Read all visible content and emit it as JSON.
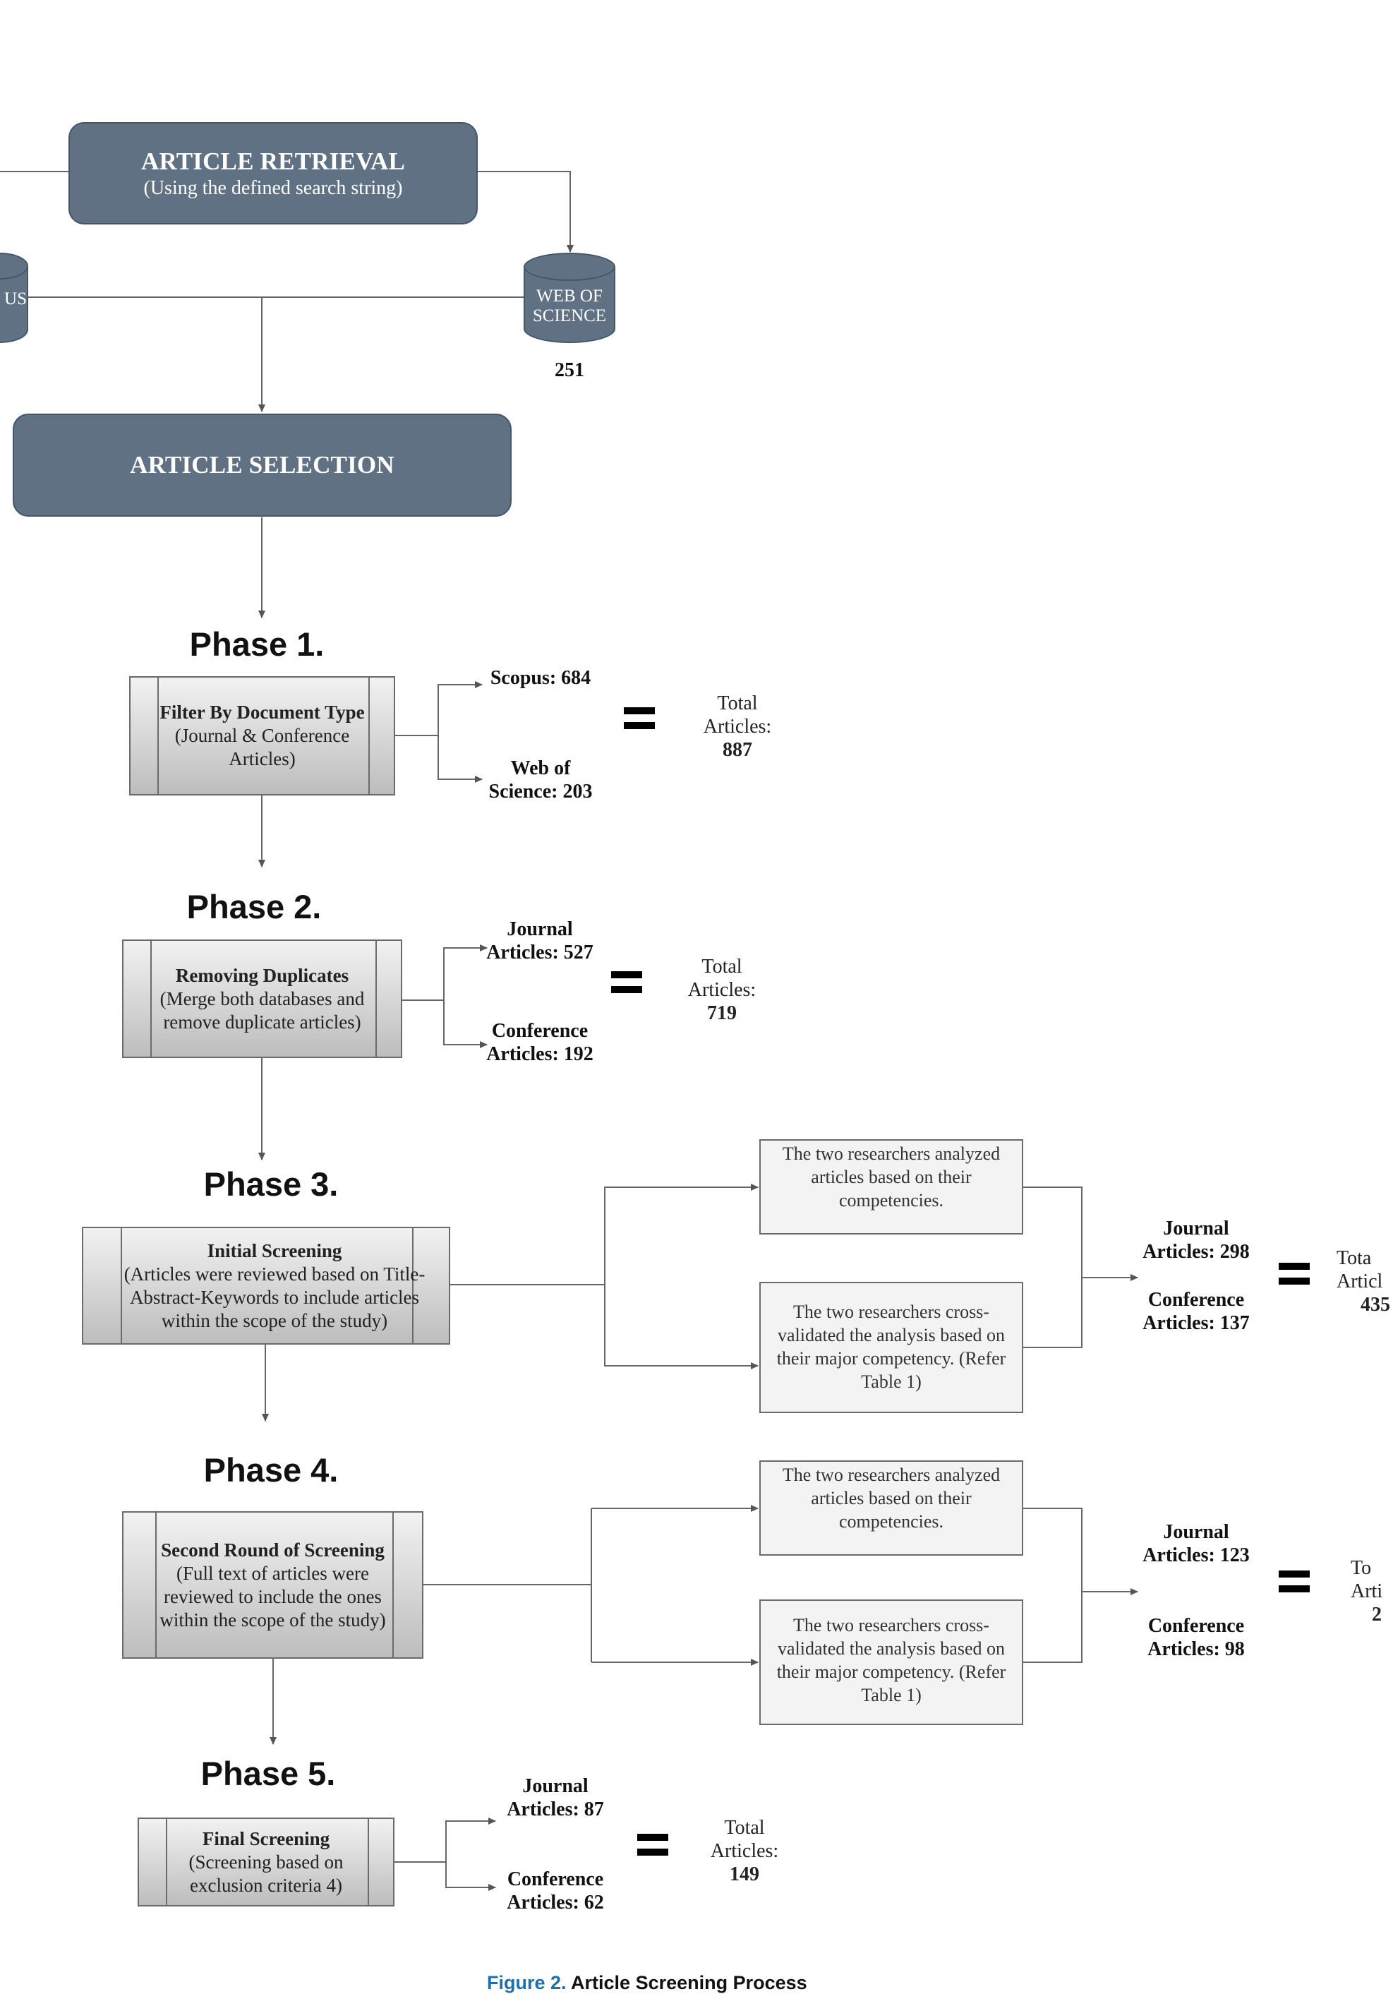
{
  "retrieval": {
    "title": "ARTICLE RETRIEVAL",
    "subtitle": "(Using the defined search string)"
  },
  "databases": {
    "left": {
      "label": "US"
    },
    "right": {
      "label_line1": "WEB OF",
      "label_line2": "SCIENCE",
      "count": "251"
    }
  },
  "selection": {
    "title": "ARTICLE SELECTION"
  },
  "phase1": {
    "heading": "Phase 1.",
    "box_title": "Filter By Document Type",
    "box_desc": "(Journal & Conference Articles)",
    "out_a": "Scopus: 684",
    "out_b": "Web of Science: 203",
    "total_label": "Total Articles:",
    "total_value": "887"
  },
  "phase2": {
    "heading": "Phase 2.",
    "box_title": "Removing Duplicates",
    "box_desc": "(Merge both databases and remove duplicate articles)",
    "out_a": "Journal Articles: 527",
    "out_b": "Conference Articles: 192",
    "total_label": "Total Articles:",
    "total_value": "719"
  },
  "phase3": {
    "heading": "Phase 3.",
    "box_title": "Initial Screening",
    "box_desc": "(Articles were reviewed based on Title-Abstract-Keywords to include articles within the scope of the study)",
    "note_a": "The two researchers analyzed articles based on their competencies.",
    "note_b": "The two researchers cross-validated the analysis based on their major competency. (Refer Table 1)",
    "out_a": "Journal Articles: 298",
    "out_b": "Conference Articles: 137",
    "total_label_1": "Tota",
    "total_label_2": "Articl",
    "total_value": "435"
  },
  "phase4": {
    "heading": "Phase 4.",
    "box_title": "Second Round of Screening",
    "box_desc": "(Full text of articles were reviewed to include the ones within the scope of the study)",
    "note_a": "The two researchers analyzed articles based on their competencies.",
    "note_b": "The two researchers cross-validated the analysis based on their major competency. (Refer Table 1)",
    "out_a": "Journal Articles: 123",
    "out_b": "Conference Articles: 98",
    "total_label_1": "To",
    "total_label_2": "Arti",
    "total_value": "2"
  },
  "phase5": {
    "heading": "Phase 5.",
    "box_title": "Final Screening",
    "box_desc": "(Screening based on exclusion criteria 4)",
    "out_a": "Journal Articles: 87",
    "out_b": "Conference Articles: 62",
    "total_label": "Total Articles:",
    "total_value": "149"
  },
  "caption": {
    "figure": "Figure 2.",
    "title": "Article Screening Process"
  }
}
